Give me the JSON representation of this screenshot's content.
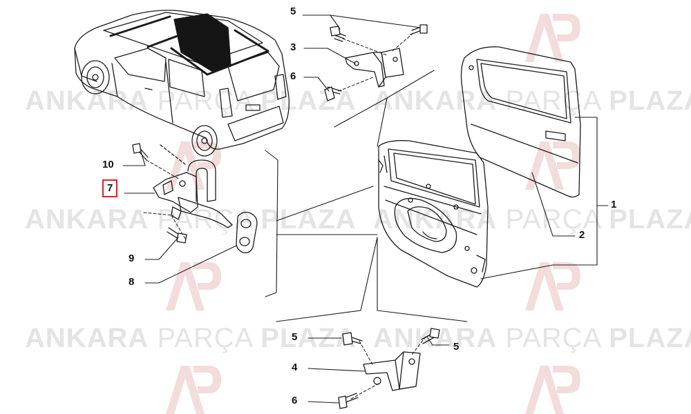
{
  "watermark": {
    "part1": "ANKARA",
    "part2": "PARÇA",
    "part3": "PLAZA"
  },
  "callouts": {
    "c1": "1",
    "c2": "2",
    "c3": "3",
    "c4": "4",
    "c5a": "5",
    "c5b": "5",
    "c5c": "5",
    "c6a": "6",
    "c6b": "6",
    "c7": "7",
    "c8": "8",
    "c9": "9",
    "c10": "10"
  },
  "highlighted_callout": "7",
  "colors": {
    "highlight": "#d8232a",
    "line": "#1a1a1a",
    "watermark": "#e4e4e4",
    "logo": "#f0d6d6"
  }
}
